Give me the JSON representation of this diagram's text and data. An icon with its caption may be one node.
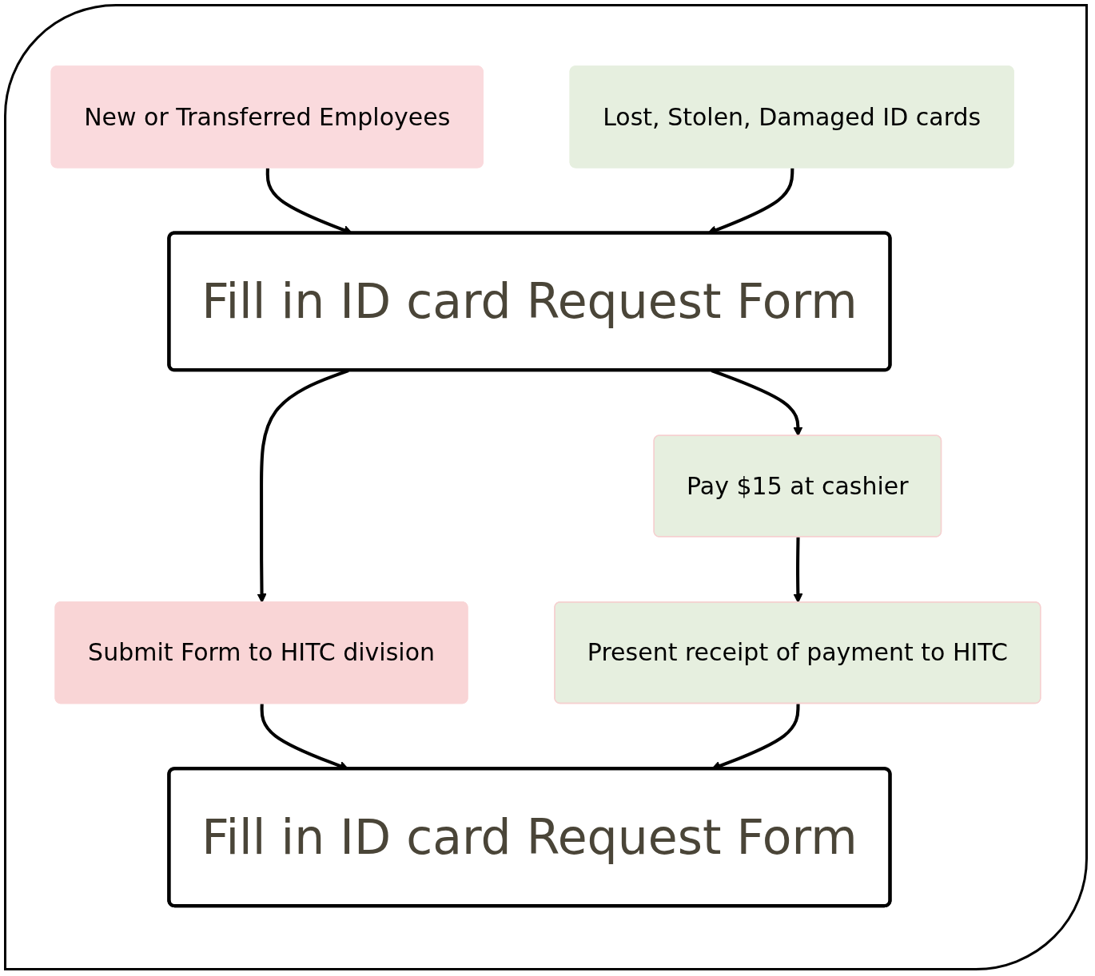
{
  "diagram": {
    "nodes": [
      {
        "text": [
          "New or Transferred Employees"
        ]
      },
      {
        "text": [
          "Lost, Stolen, Damaged ID cards"
        ]
      },
      {
        "text": [
          "Fill in ID card Request Form"
        ]
      },
      {
        "text": [
          "Submit Form to HITC division"
        ]
      },
      {
        "text": [
          "Pay $15 at cashier"
        ]
      },
      {
        "text": [
          "Present receipt of payment to HITC"
        ]
      },
      {
        "text": [
          "Fill in ID card Request Form"
        ]
      }
    ],
    "edges": [
      {
        "from": 0,
        "to": 2,
        "arrow": "to"
      },
      {
        "from": 1,
        "to": 2,
        "arrow": "to"
      },
      {
        "from": 2,
        "to": 3,
        "arrow": "to"
      },
      {
        "from": 2,
        "to": 4,
        "arrow": "to"
      },
      {
        "from": 3,
        "to": 6,
        "arrow": "to"
      },
      {
        "from": 4,
        "to": 5,
        "arrow": "to"
      },
      {
        "from": 5,
        "to": 6,
        "arrow": "to"
      }
    ]
  }
}
